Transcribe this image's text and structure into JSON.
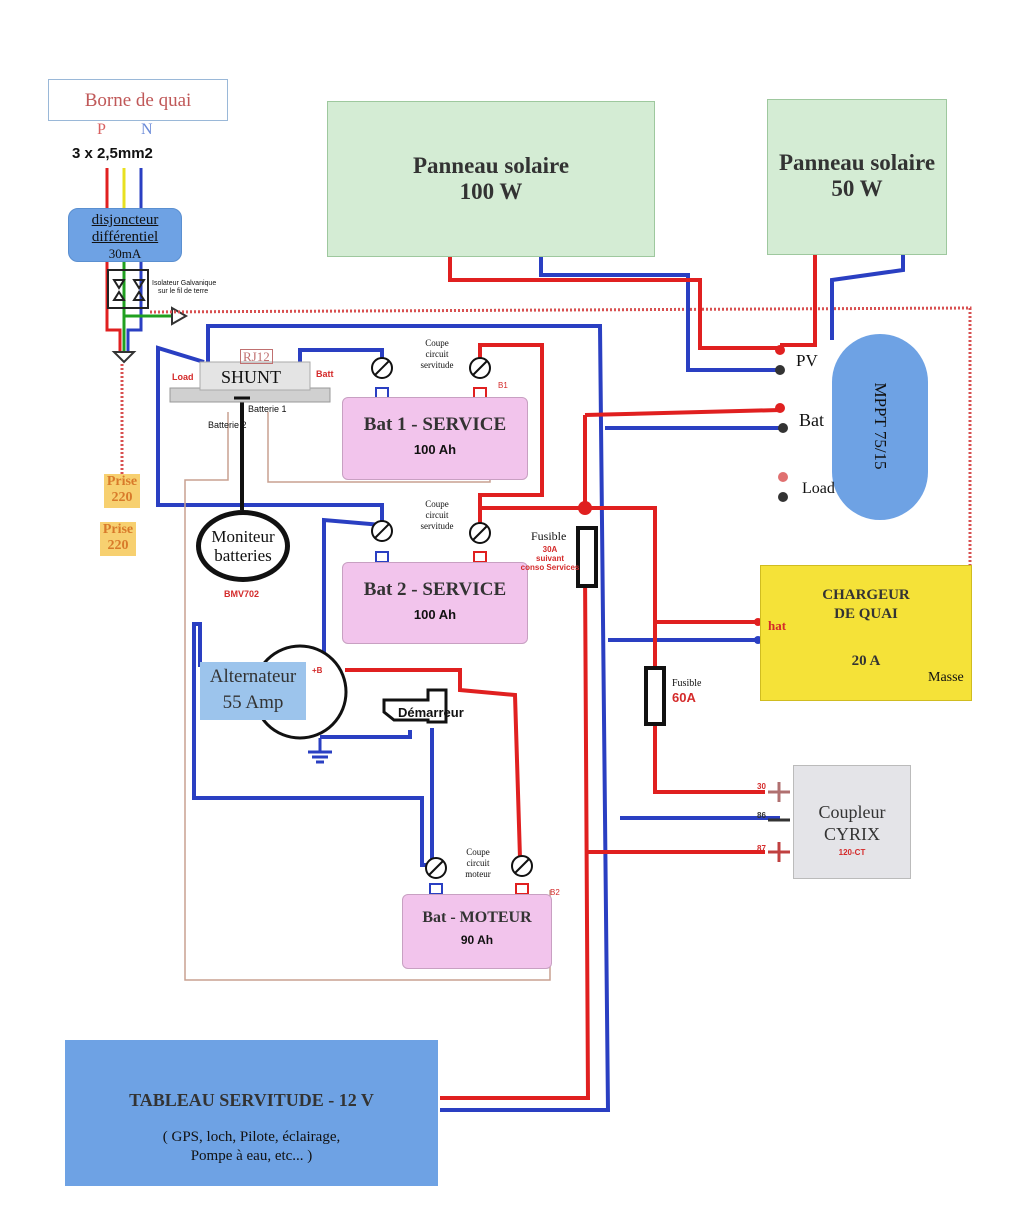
{
  "shore": {
    "borne_label": "Borne de quai",
    "phase_p": "P",
    "phase_n": "N",
    "cable_spec": "3 x 2,5mm2",
    "breaker_line1": "disjoncteur",
    "breaker_line2": "différentiel",
    "breaker_rating": "30mA",
    "isolator_line1": "Isolateur Galvanique",
    "isolator_line2": "sur le fil de terre",
    "prise1_a": "Prise",
    "prise1_b": "220",
    "prise2_a": "Prise",
    "prise2_b": "220"
  },
  "solar1": {
    "title": "Panneau solaire",
    "power": "100 W"
  },
  "solar2": {
    "title": "Panneau solaire",
    "power": "50 W"
  },
  "mppt": {
    "label": "MPPT 75/15",
    "pv": "PV",
    "bat": "Bat",
    "load": "Load"
  },
  "shunt": {
    "label": "SHUNT",
    "rj12": "RJ12",
    "load": "Load",
    "batt": "Batt",
    "batterie1": "Batterie 1",
    "batterie2": "Batterie 2"
  },
  "bat1": {
    "title": "Bat 1 - SERVICE",
    "capacity": "100 Ah",
    "b1": "B1"
  },
  "bat2": {
    "title": "Bat 2 - SERVICE",
    "capacity": "100 Ah"
  },
  "bat_moteur": {
    "title": "Bat - MOTEUR",
    "capacity": "90 Ah",
    "b2": "B2"
  },
  "cutoff_service1": {
    "l1": "Coupe",
    "l2": "circuit",
    "l3": "servitude"
  },
  "cutoff_service2": {
    "l1": "Coupe",
    "l2": "circuit",
    "l3": "servitude"
  },
  "cutoff_moteur": {
    "l1": "Coupe",
    "l2": "circuit",
    "l3": "moteur"
  },
  "monitor": {
    "line1": "Moniteur",
    "line2": "batteries",
    "model": "BMV702"
  },
  "alternator": {
    "line1": "Alternateur",
    "line2": "55 Amp",
    "plus_b": "+B"
  },
  "starter": {
    "label": "Démarreur"
  },
  "fuse1": {
    "label": "Fusible",
    "rating": "30A",
    "note1": "suivant",
    "note2": "conso Services"
  },
  "fuse2": {
    "label": "Fusible",
    "rating": "60A"
  },
  "charger": {
    "line1": "CHARGEUR",
    "line2": "DE QUAI",
    "rating": "20 A",
    "bat": "hat",
    "masse": "Masse"
  },
  "coupler": {
    "line1": "Coupleur",
    "line2": "CYRIX",
    "model": "120-CT",
    "t30": "30",
    "t86": "86",
    "t87": "87"
  },
  "panel": {
    "title": "TABLEAU SERVITUDE  - 12 V",
    "desc1": "( GPS, loch, Pilote, éclairage,",
    "desc2": "Pompe à eau, etc... )"
  },
  "colors": {
    "positive": "#e02020",
    "negative": "#2a3fc2",
    "pink": "#f2c4ec",
    "green": "#d4ecd4",
    "blue": "#6ea2e4",
    "yellow": "#f5e238"
  }
}
